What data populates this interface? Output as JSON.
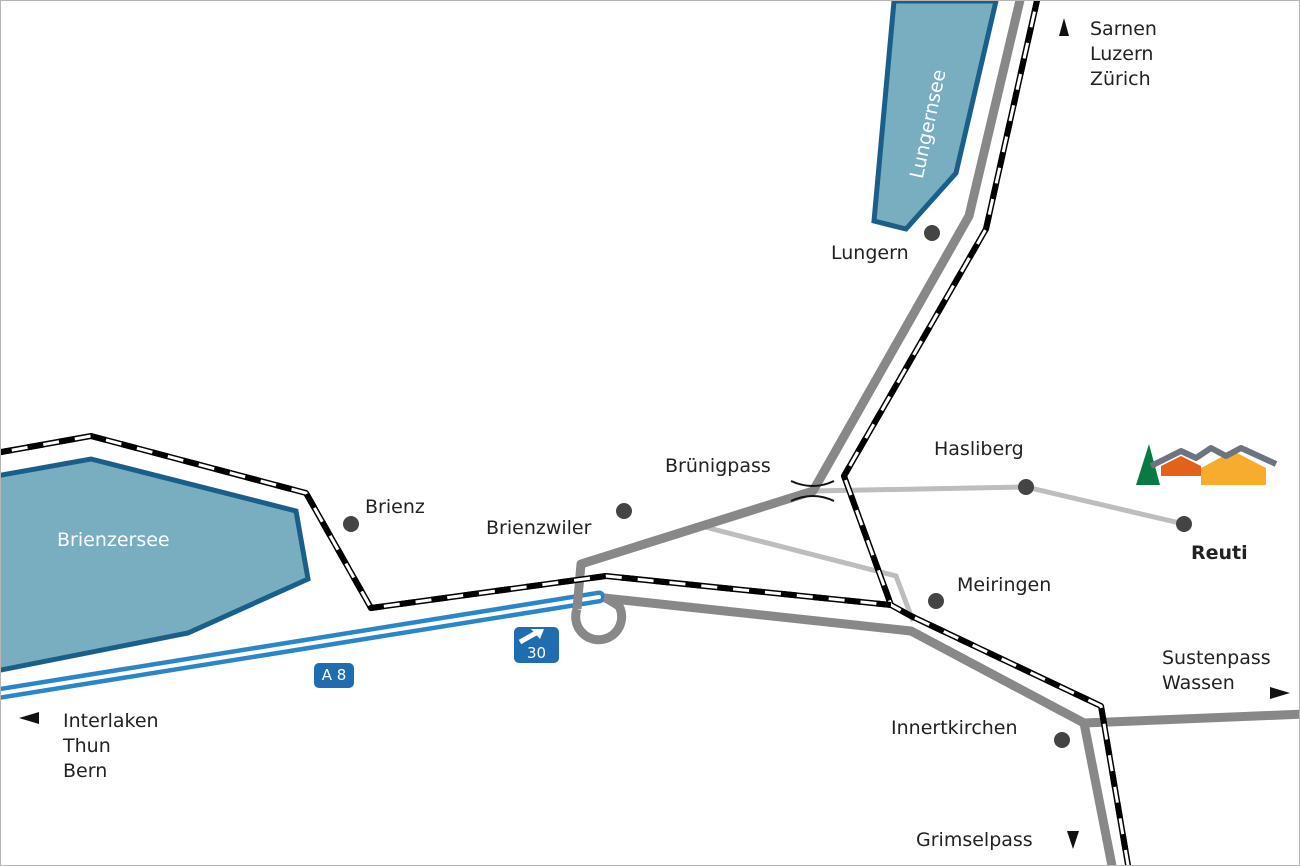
{
  "lakes": {
    "lungernsee": "Lungernsee",
    "brienzersee": "Brienzersee"
  },
  "places": {
    "lungern": "Lungern",
    "brienz": "Brienz",
    "brienzwiler": "Brienzwiler",
    "bruenigpass": "Brünigpass",
    "hasliberg": "Hasliberg",
    "reuti": "Reuti",
    "meiringen": "Meiringen",
    "innertkirchen": "Innertkirchen"
  },
  "directions": {
    "north": [
      "Sarnen",
      "Luzern",
      "Zürich"
    ],
    "west": [
      "Interlaken",
      "Thun",
      "Bern"
    ],
    "east": [
      "Sustenpass",
      "Wassen"
    ],
    "south": [
      "Grimselpass"
    ]
  },
  "motorway": {
    "label": "A 8",
    "exit": "30"
  },
  "colors": {
    "lake": "#78aec0",
    "lake_border": "#1a5f8a",
    "road": "#888888",
    "minor_road": "#bdbdbd",
    "motorway": "#2a86c8",
    "dot": "#444444"
  }
}
